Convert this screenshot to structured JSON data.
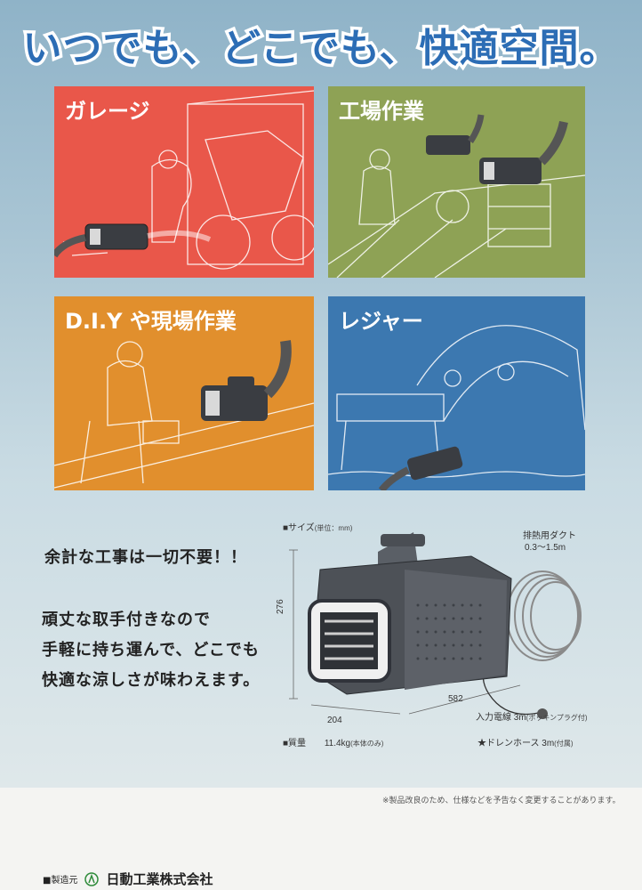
{
  "headline": "いつでも、どこでも、快適空間。",
  "panels": [
    {
      "label": "ガレージ",
      "color": "#e9574a"
    },
    {
      "label": "工場作業",
      "color": "#8ea255"
    },
    {
      "label": "D.I.Y や現場作業",
      "color": "#e18f2d"
    },
    {
      "label": "レジャー",
      "color": "#3c78b0"
    }
  ],
  "tagline": "余計な工事は一切不要！！",
  "body_lines": [
    "頑丈な取手付きなので",
    "手軽に持ち運んで、どこでも",
    "快適な涼しさが味わえます。"
  ],
  "spec": {
    "size_label": "■サイズ",
    "size_unit": "(単位：mm)",
    "height": "276",
    "width": "204",
    "depth": "582",
    "duct_label": "排熱用ダクト",
    "duct_length": "0.3〜1.5m",
    "cord_label": "入力電線 3m",
    "cord_note": "(ポッキンプラグ付)",
    "weight_label": "■質量",
    "weight_value": "11.4kg",
    "weight_note": "(本体のみ)",
    "drain_label": "★ドレンホース 3m",
    "drain_note": "(付属)"
  },
  "notice": "※製品改良のため、仕様などを予告なく変更することがあります。",
  "maker": {
    "label": "■製造元",
    "company": "日動工業株式会社"
  },
  "colors": {
    "headline_blue": "#2c6db5",
    "background_blue": "#8fb3c8"
  }
}
